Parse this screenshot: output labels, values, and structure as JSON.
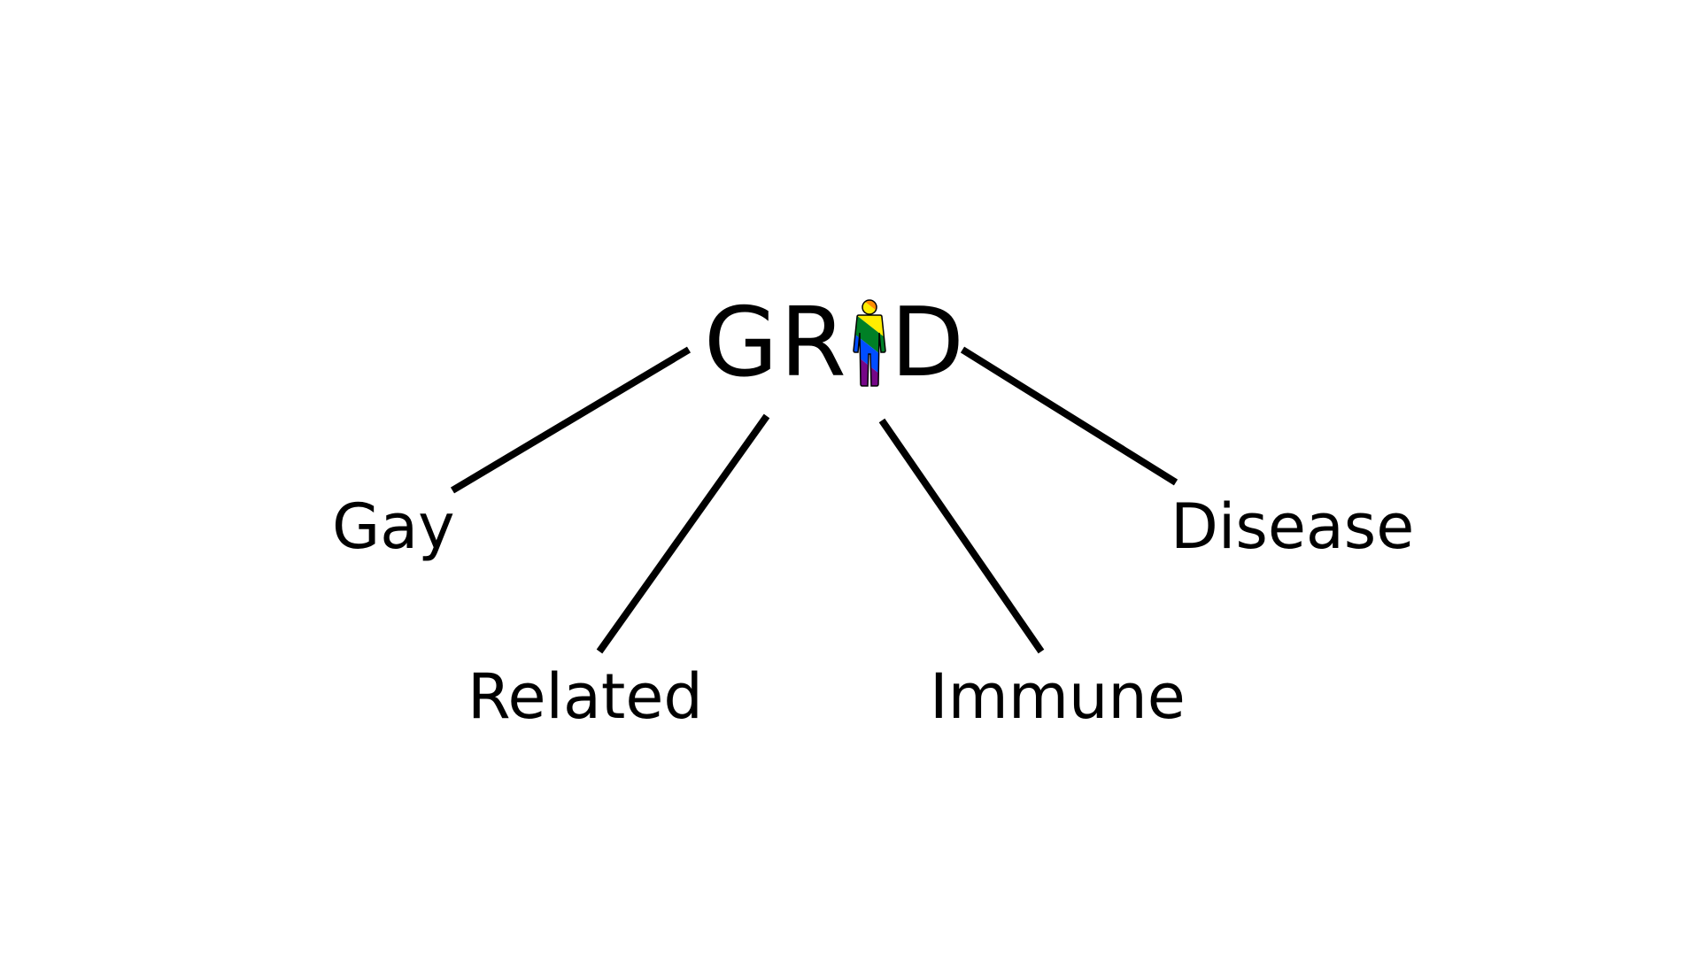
{
  "diagram": {
    "title": {
      "prefix": "GR",
      "suffix": "D",
      "center_glyph": "person-rainbow-icon"
    },
    "words": {
      "gay": "Gay",
      "related": "Related",
      "immune": "Immune",
      "disease": "Disease"
    },
    "colors": {
      "line": "#000000",
      "rainbow": [
        "#e40303",
        "#ff8c00",
        "#ffed00",
        "#008026",
        "#004dff",
        "#750787"
      ]
    }
  }
}
